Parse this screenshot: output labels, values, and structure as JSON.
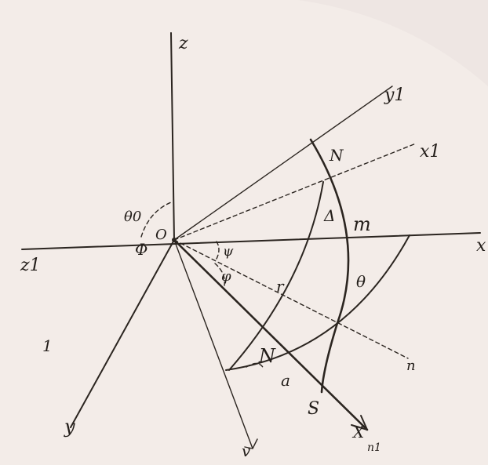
{
  "labels": {
    "z": "z",
    "y1": "y1",
    "x1": "x1",
    "N": "N",
    "delta": "Δ",
    "m": "m",
    "x": "x",
    "theta": "θ",
    "z1": "z1",
    "O": "O",
    "theta_o": "θ0",
    "phi_big": "Φ",
    "psi": "ψ",
    "phi": "φ",
    "r": "r",
    "n": "n",
    "N_cap": "N",
    "a": "a",
    "y": "y",
    "S": "S",
    "X": "X",
    "n1": "n1",
    "v": "v",
    "one": "1"
  },
  "colors": {
    "ink": "#2b2520",
    "paper": "#f3ece8"
  }
}
